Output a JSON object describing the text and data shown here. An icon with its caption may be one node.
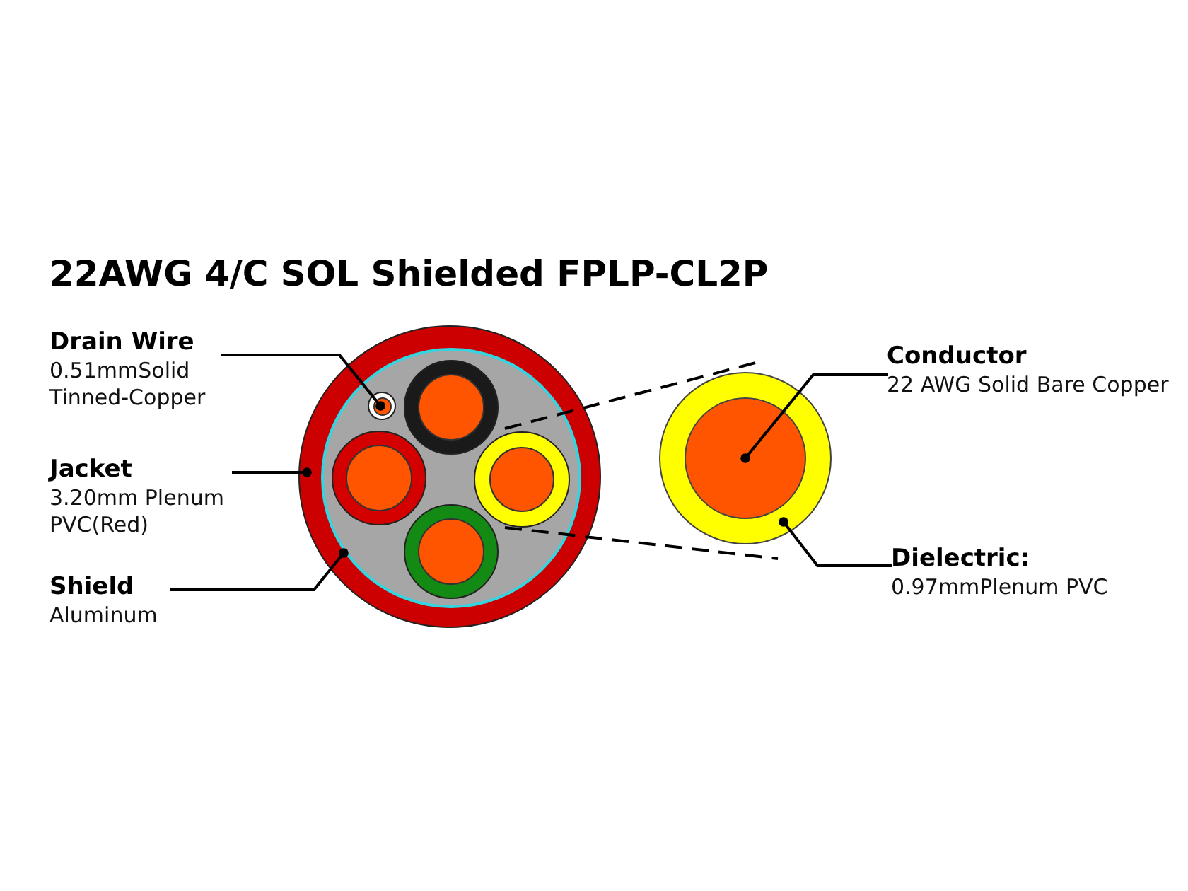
{
  "diagram": {
    "title": "22AWG 4/C SOL Shielded FPLP-CL2P",
    "nodes": [
      {
        "text": [
          "Drain Wire",
          "0.51mmSolid Tinned-Copper"
        ]
      },
      {
        "text": [
          "Jacket",
          "3.20mm Plenum PVC(Red)"
        ]
      },
      {
        "text": [
          "Shield",
          "Aluminum"
        ]
      },
      {
        "text": [],
        "shape": "circle"
      },
      {
        "text": [],
        "shape": "circle",
        "in": 3
      },
      {
        "text": [],
        "shape": "circle",
        "in": 4
      },
      {
        "text": [],
        "shape": "circle",
        "in": 4
      },
      {
        "text": [
          "Conductor",
          "22 AWG Solid Bare Copper"
        ]
      },
      {
        "text": [
          "Dielectric:",
          "0.97mmPlenum PVC"
        ]
      },
      {
        "text": [],
        "shape": "circle"
      },
      {
        "text": [],
        "shape": "circle",
        "in": 9
      }
    ],
    "edges": [
      {
        "from": 0,
        "to": 5,
        "arrow": "other"
      },
      {
        "from": 1,
        "to": 3,
        "arrow": "other"
      },
      {
        "from": 2,
        "to": 4,
        "arrow": "other"
      },
      {
        "from": 7,
        "to": 10,
        "arrow": "other"
      },
      {
        "from": 8,
        "to": 9,
        "arrow": "other"
      },
      {
        "from": 6,
        "to": 9,
        "arrow": "none",
        "style": "dashed"
      },
      {
        "from": 6,
        "to": 9,
        "arrow": "none",
        "style": "dashed"
      }
    ]
  }
}
